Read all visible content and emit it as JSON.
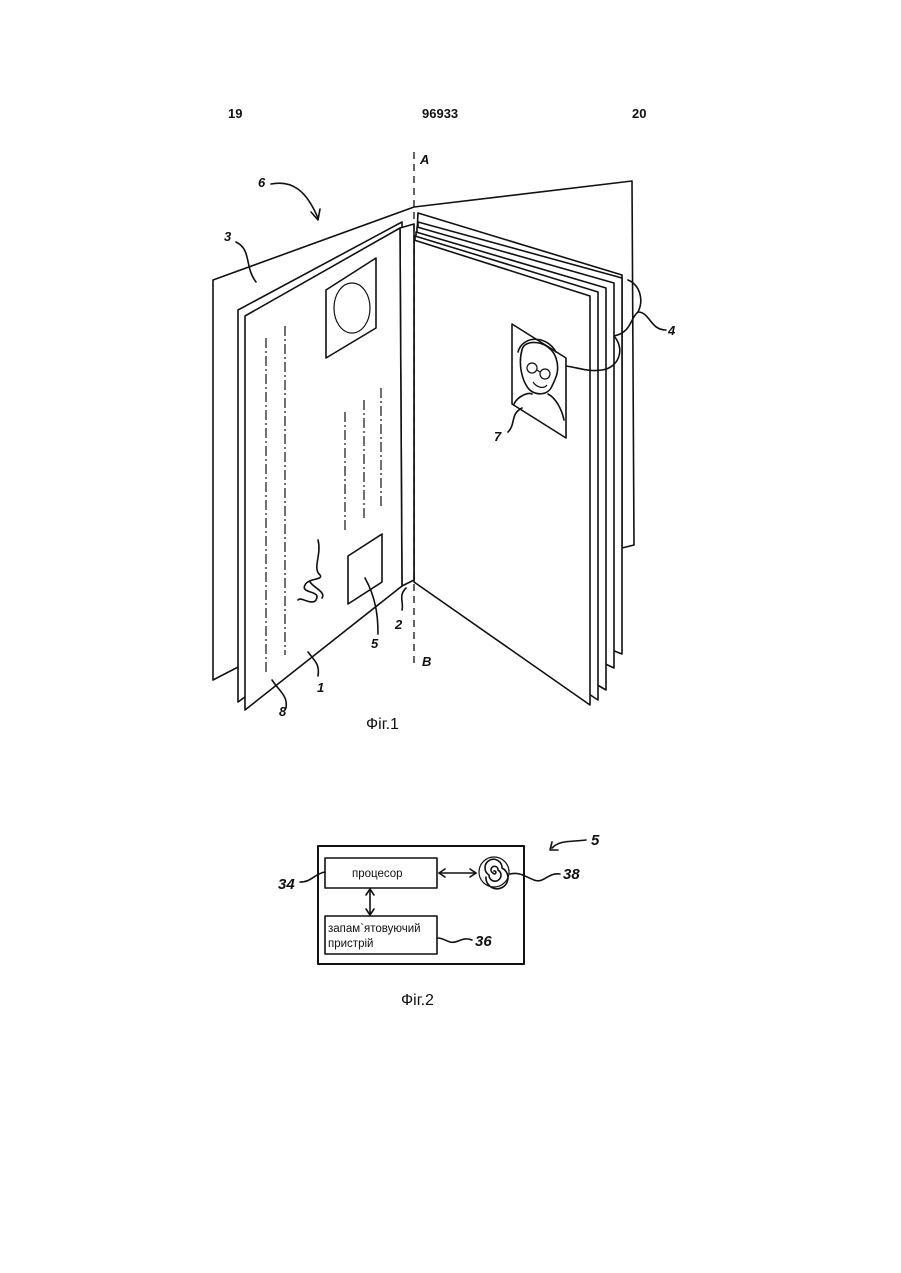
{
  "header": {
    "left_page": "19",
    "patent_number": "96933",
    "right_page": "20"
  },
  "figure1": {
    "caption": "Фіг.1",
    "axis_top": "A",
    "axis_bottom": "B",
    "refs": {
      "r1": "1",
      "r2": "2",
      "r3": "3",
      "r4": "4",
      "r5": "5",
      "r6": "6",
      "r7": "7",
      "r8": "8"
    }
  },
  "figure2": {
    "caption": "Фіг.2",
    "processor_label": "процесор",
    "memory_label_line1": "запам`ятовуючий",
    "memory_label_line2": "пристрій",
    "refs": {
      "r5": "5",
      "r34": "34",
      "r36": "36",
      "r38": "38"
    }
  }
}
